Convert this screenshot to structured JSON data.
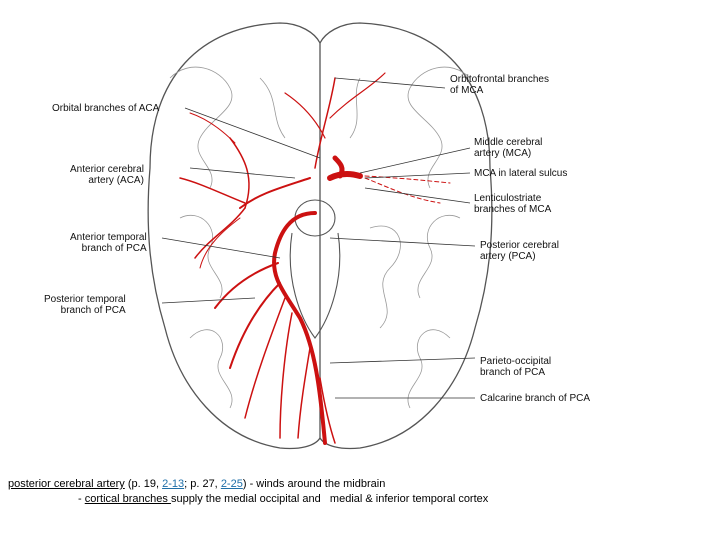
{
  "figure": {
    "labels_left": {
      "orbital": "Orbital branches of ACA",
      "aca": "Anterior cerebral\nartery (ACA)",
      "ant_temporal": "Anterior temporal\nbranch of PCA",
      "post_temporal": "Posterior temporal\nbranch of PCA"
    },
    "labels_right": {
      "orbitofrontal": "Orbitofrontal branches\nof MCA",
      "mca": "Middle cerebral\nartery (MCA)",
      "mca_sulcus": "MCA in lateral sulcus",
      "lenticulostriate": "Lenticulostriate\nbranches of MCA",
      "pca": "Posterior cerebral\nartery (PCA)",
      "parieto": "Parieto-occipital\nbranch of PCA",
      "calcarine": "Calcarine branch of PCA"
    },
    "colors": {
      "artery": "#cc1111",
      "outline": "#555555",
      "leader": "#333333"
    }
  },
  "caption": {
    "term": "posterior cerebral artery",
    "ref_open": " (p. 19, ",
    "link1": "2-13",
    "ref_mid": "; p. 27, ",
    "link2": "2-25",
    "ref_close": ")",
    "desc": " - winds around the midbrain",
    "line2_prefix": "- ",
    "cortical": "cortical branches ",
    "line2_rest": "supply the medial occipital and   medial & inferior temporal cortex"
  }
}
